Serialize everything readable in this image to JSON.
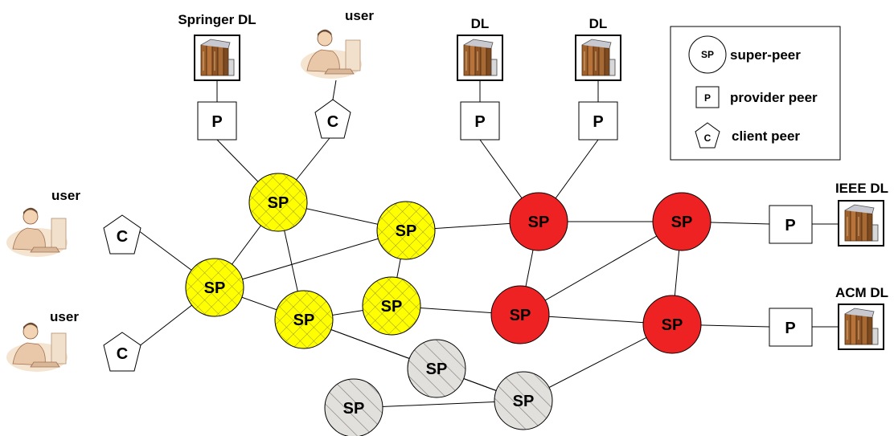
{
  "labels": {
    "springer_dl": "Springer DL",
    "user_top": "user",
    "dl_left": "DL",
    "dl_right": "DL",
    "ieee_dl": "IEEE DL",
    "acm_dl": "ACM DL",
    "user_left1": "user",
    "user_left2": "user"
  },
  "node_labels": {
    "super_peer": "SP",
    "provider_peer": "P",
    "client_peer": "C"
  },
  "legend": {
    "super_peer_symbol": "SP",
    "super_peer_label": "super-peer",
    "provider_symbol": "P",
    "provider_label": "provider peer",
    "client_symbol": "C",
    "client_label": "client peer"
  },
  "colors": {
    "yellow_sp": "#ffff00",
    "red_sp": "#ee2222",
    "gray_sp": "#e2e0dc",
    "book_brown": "#a0622d"
  },
  "icons": {
    "library": "library-books-icon",
    "user": "user-at-computer-icon"
  }
}
